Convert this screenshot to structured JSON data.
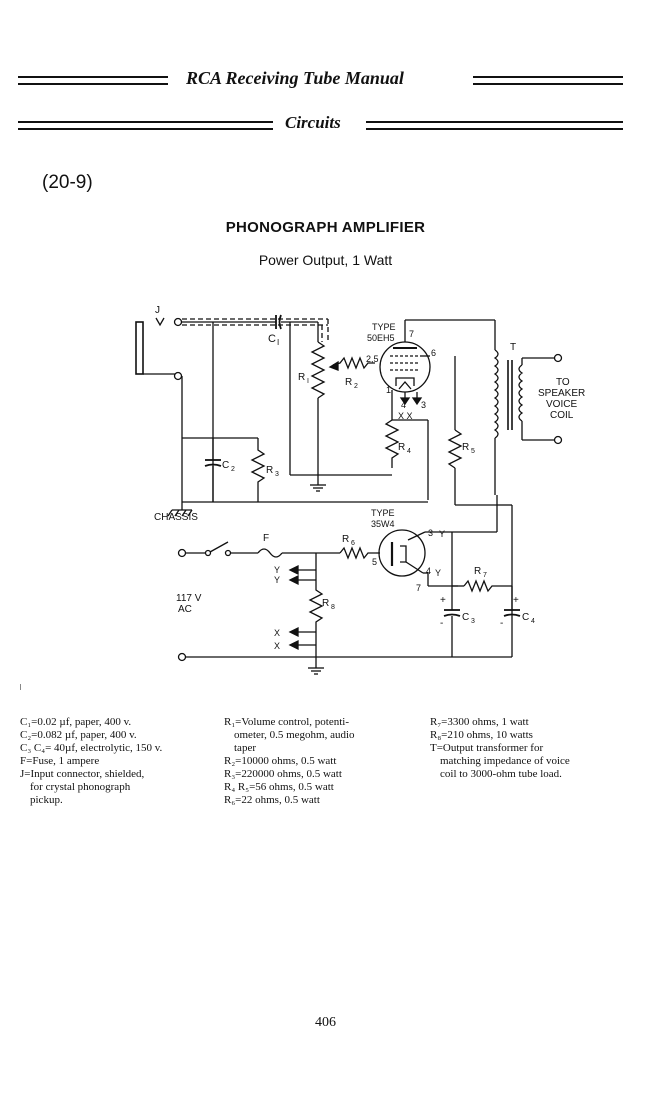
{
  "header": {
    "manual_title": "RCA Receiving Tube Manual",
    "section": "Circuits"
  },
  "figure_number": "(20-9)",
  "title": "PHONOGRAPH AMPLIFIER",
  "subtitle": "Power Output, 1 Watt",
  "schematic": {
    "labels": {
      "J": "J",
      "C1": "C",
      "C1_sub": "I",
      "type_label_1": "TYPE",
      "tube_1": "50EH5",
      "pin_7": "7",
      "pin_25": "2,5",
      "pin_6": "6",
      "pin_1": "1",
      "pin_4": "4",
      "pin_3": "3",
      "xx_1": "X  X",
      "R1": "R",
      "R1_sub": "I",
      "R2": "R",
      "R2_sub": "2",
      "R4": "R",
      "R4_sub": "4",
      "R5": "R",
      "R5_sub": "5",
      "C2": "C",
      "C2_sub": "2",
      "R3": "R",
      "R3_sub": "3",
      "T": "T",
      "to": "TO",
      "speaker": "SPEAKER",
      "voice": "VOICE",
      "coil": "COIL",
      "chassis": "CHASSIS",
      "type_label_2": "TYPE",
      "tube_2": "35W4",
      "F": "F",
      "R6": "R",
      "R6_sub": "6",
      "pin2_3": "3",
      "pin2_y1": "Y",
      "pin2_5": "5",
      "pin2_4": "4",
      "pin2_y2": "Y",
      "pin2_7": "7",
      "R7": "R",
      "R7_sub": "7",
      "y_1": "Y",
      "y_2": "Y",
      "v117": "117 V",
      "ac": "AC",
      "R8": "R",
      "R8_sub": "8",
      "x_1": "X",
      "x_2": "X",
      "C3": "C",
      "C3_sub": "3",
      "C4": "C",
      "C4_sub": "4",
      "plus": "+",
      "minus": "-"
    }
  },
  "parts_list": {
    "col1": [
      "C₁=0.02 µf, paper, 400 v.",
      "C₂=0.082 µf, paper, 400 v.",
      "C₃ C₄= 40µf, electrolytic, 150 v.",
      "F=Fuse, 1 ampere",
      "J=Input connector, shielded,",
      "for crystal phonograph",
      "pickup."
    ],
    "col2": [
      "R₁=Volume control, potenti-",
      "ometer, 0.5 megohm, audio",
      "taper",
      "R₂=10000 ohms, 0.5 watt",
      "R₃=220000 ohms, 0.5 watt",
      "R₄ R₅=56 ohms, 0.5 watt",
      "R₆=22 ohms, 0.5 watt"
    ],
    "col3": [
      "R₇=3300 ohms, 1 watt",
      "R₈=210 ohms, 10 watts",
      "T=Output transformer for",
      "matching impedance of voice",
      "coil to 3000-ohm tube load."
    ]
  },
  "page_number": "406"
}
